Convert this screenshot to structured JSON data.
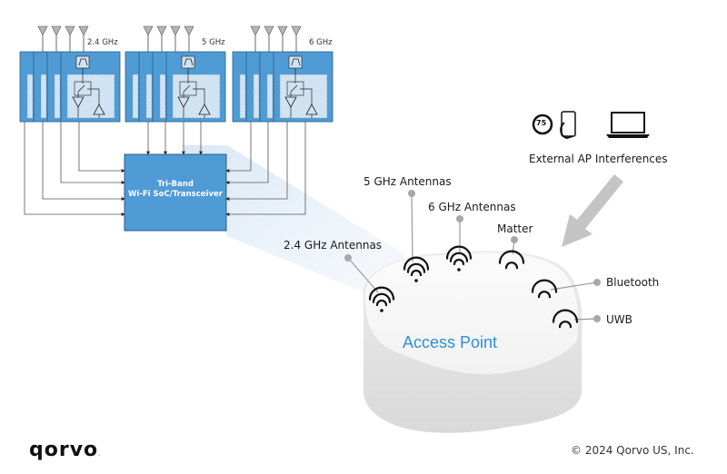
{
  "bands": [
    {
      "label": "2.4 GHz",
      "antenna_count": 4
    },
    {
      "label": "5 GHz",
      "antenna_count": 4
    },
    {
      "label": "6 GHz",
      "antenna_count": 4
    }
  ],
  "soc": {
    "line1": "Tri-Band",
    "line2": "Wi-Fi SoC/Transceiver"
  },
  "device": {
    "label": "Access Point"
  },
  "antenna_callouts": [
    {
      "id": "24ghz",
      "label": "2.4 GHz Antennas",
      "icon": "wifi-icon"
    },
    {
      "id": "5ghz",
      "label": "5 GHz Antennas",
      "icon": "wifi-icon"
    },
    {
      "id": "6ghz",
      "label": "6 GHz Antennas",
      "icon": "wifi-icon"
    },
    {
      "id": "matter",
      "label": "Matter",
      "icon": "wifi-partial-icon"
    },
    {
      "id": "bluetooth",
      "label": "Bluetooth",
      "icon": "wifi-partial-icon"
    },
    {
      "id": "uwb",
      "label": "UWB",
      "icon": "wifi-partial-icon"
    }
  ],
  "interference": {
    "label": "External AP Interferences",
    "thermostat_value": "75",
    "icons": [
      "thermostat-icon",
      "smartphone-icon",
      "laptop-icon"
    ]
  },
  "colors": {
    "module_blue": "#4f9bd5",
    "module_light": "#cfe3f3",
    "soc_blue": "#4f9bd5",
    "accent_text": "#2f8fd6",
    "arrow_gray": "#c4c4c4",
    "beam": "#dbe8f5"
  },
  "footer": {
    "logo": "qorvo",
    "copyright": "© 2024 Qorvo US, Inc."
  }
}
